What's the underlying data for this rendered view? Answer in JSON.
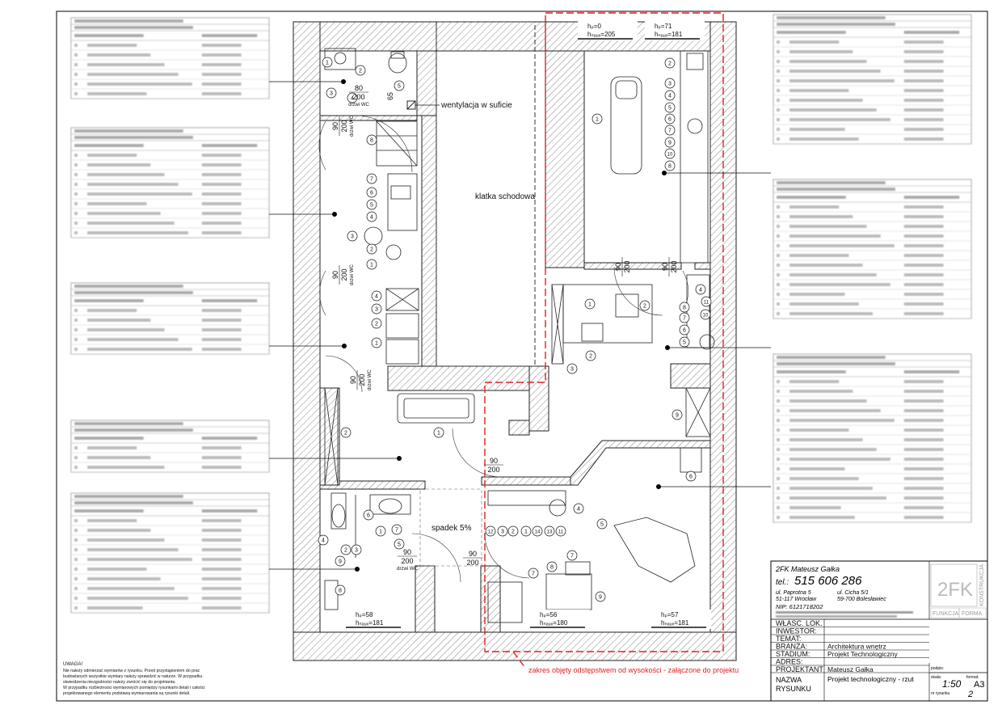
{
  "plan": {
    "labels": {
      "stair": "klatka schodowa",
      "vent": "wentylacja w suficie",
      "slope": "spadek 5%",
      "zone": "zakres objęty odstępstwem od wysokości - załączone do projektu"
    },
    "doors": [
      {
        "w": "80",
        "h": "200",
        "note": "drzwi WC"
      },
      {
        "w": "90",
        "h": "200",
        "note": "drzwi WC"
      },
      {
        "w": "90",
        "h": "200",
        "note": "drzwi WC"
      },
      {
        "w": "90",
        "h": "200",
        "note": "drzwi WC"
      },
      {
        "w": "90",
        "h": "200",
        "note": ""
      },
      {
        "w": "90",
        "h": "200",
        "note": "drzwi WC"
      },
      {
        "w": "90",
        "h": "200",
        "note": ""
      },
      {
        "w": "90",
        "h": "200",
        "note": ""
      },
      {
        "w": "90",
        "h": "200",
        "note": ""
      }
    ],
    "windows": [
      {
        "hp": "hₚ=0",
        "hn": "hₙₐᵤₓ=205"
      },
      {
        "hp": "hₚ=71",
        "hn": "hₙₐᵤₓ=181"
      },
      {
        "hp": "hₚ=58",
        "hn": "hₙₐᵤₓ=181"
      },
      {
        "hp": "hₚ=56",
        "hn": "hₙₐᵤₓ=180"
      },
      {
        "hp": "hₚ=57",
        "hn": "hₙₐᵤₓ=181"
      }
    ],
    "door_65": "65"
  },
  "notes": {
    "title": "UWAGA!",
    "lines": [
      "Nie należy odmierzać wymiarów z rysunku. Przed przystąpieniem do prac",
      "budowlanych wszystkie wymiary należy sprawdzić w naturze. W przypadku",
      "stwierdzenia niezgodności należy zwrócić się do projektanta.",
      "W przypadku rozbieżności wymiarowych pomiędzy rysunkami detali i całości",
      "projektowanego elementu podstawą wymiarowania są rysunki detali."
    ]
  },
  "title_block": {
    "company": "2FK Mateusz Gałka",
    "phone_prefix": "tel.:",
    "phone": "515 606 286",
    "addr1_l": "ul. Paprotna 5",
    "addr2_l": "51-117 Wrocław",
    "addr1_r": "ul. Cicha 5/1",
    "addr2_r": "59-700 Bolesławiec",
    "nip": "NIP: 6121718202",
    "logo_main": "2FK",
    "logo_side": "KONSTRUKCJA",
    "logo_bottom_l": "FUNKCJA",
    "logo_bottom_r": "FORMA",
    "rows": [
      {
        "label": "WŁASC. LOK.",
        "value": ""
      },
      {
        "label": "INWESTOR:",
        "value": ""
      },
      {
        "label": "TEMAT:",
        "value": ""
      },
      {
        "label": "BRANŻA:",
        "value": "Architektura wnętrz"
      },
      {
        "label": "STADIUM:",
        "value": "Projekt Technologiczny"
      },
      {
        "label": "ADRES:",
        "value": ""
      },
      {
        "label": "PROJEKTANT",
        "value": "Mateusz Gałka"
      }
    ],
    "name_label1": "NAZWA",
    "name_label2": "RYSUNKU",
    "name_value": "Projekt technologiczny - rzut",
    "sign_label": "podpis:",
    "scale_label": "skala:",
    "scale": "1:50",
    "format_label": "format:",
    "format": "A3",
    "drawing_no_label": "nr rysunku",
    "drawing_no": "2"
  }
}
